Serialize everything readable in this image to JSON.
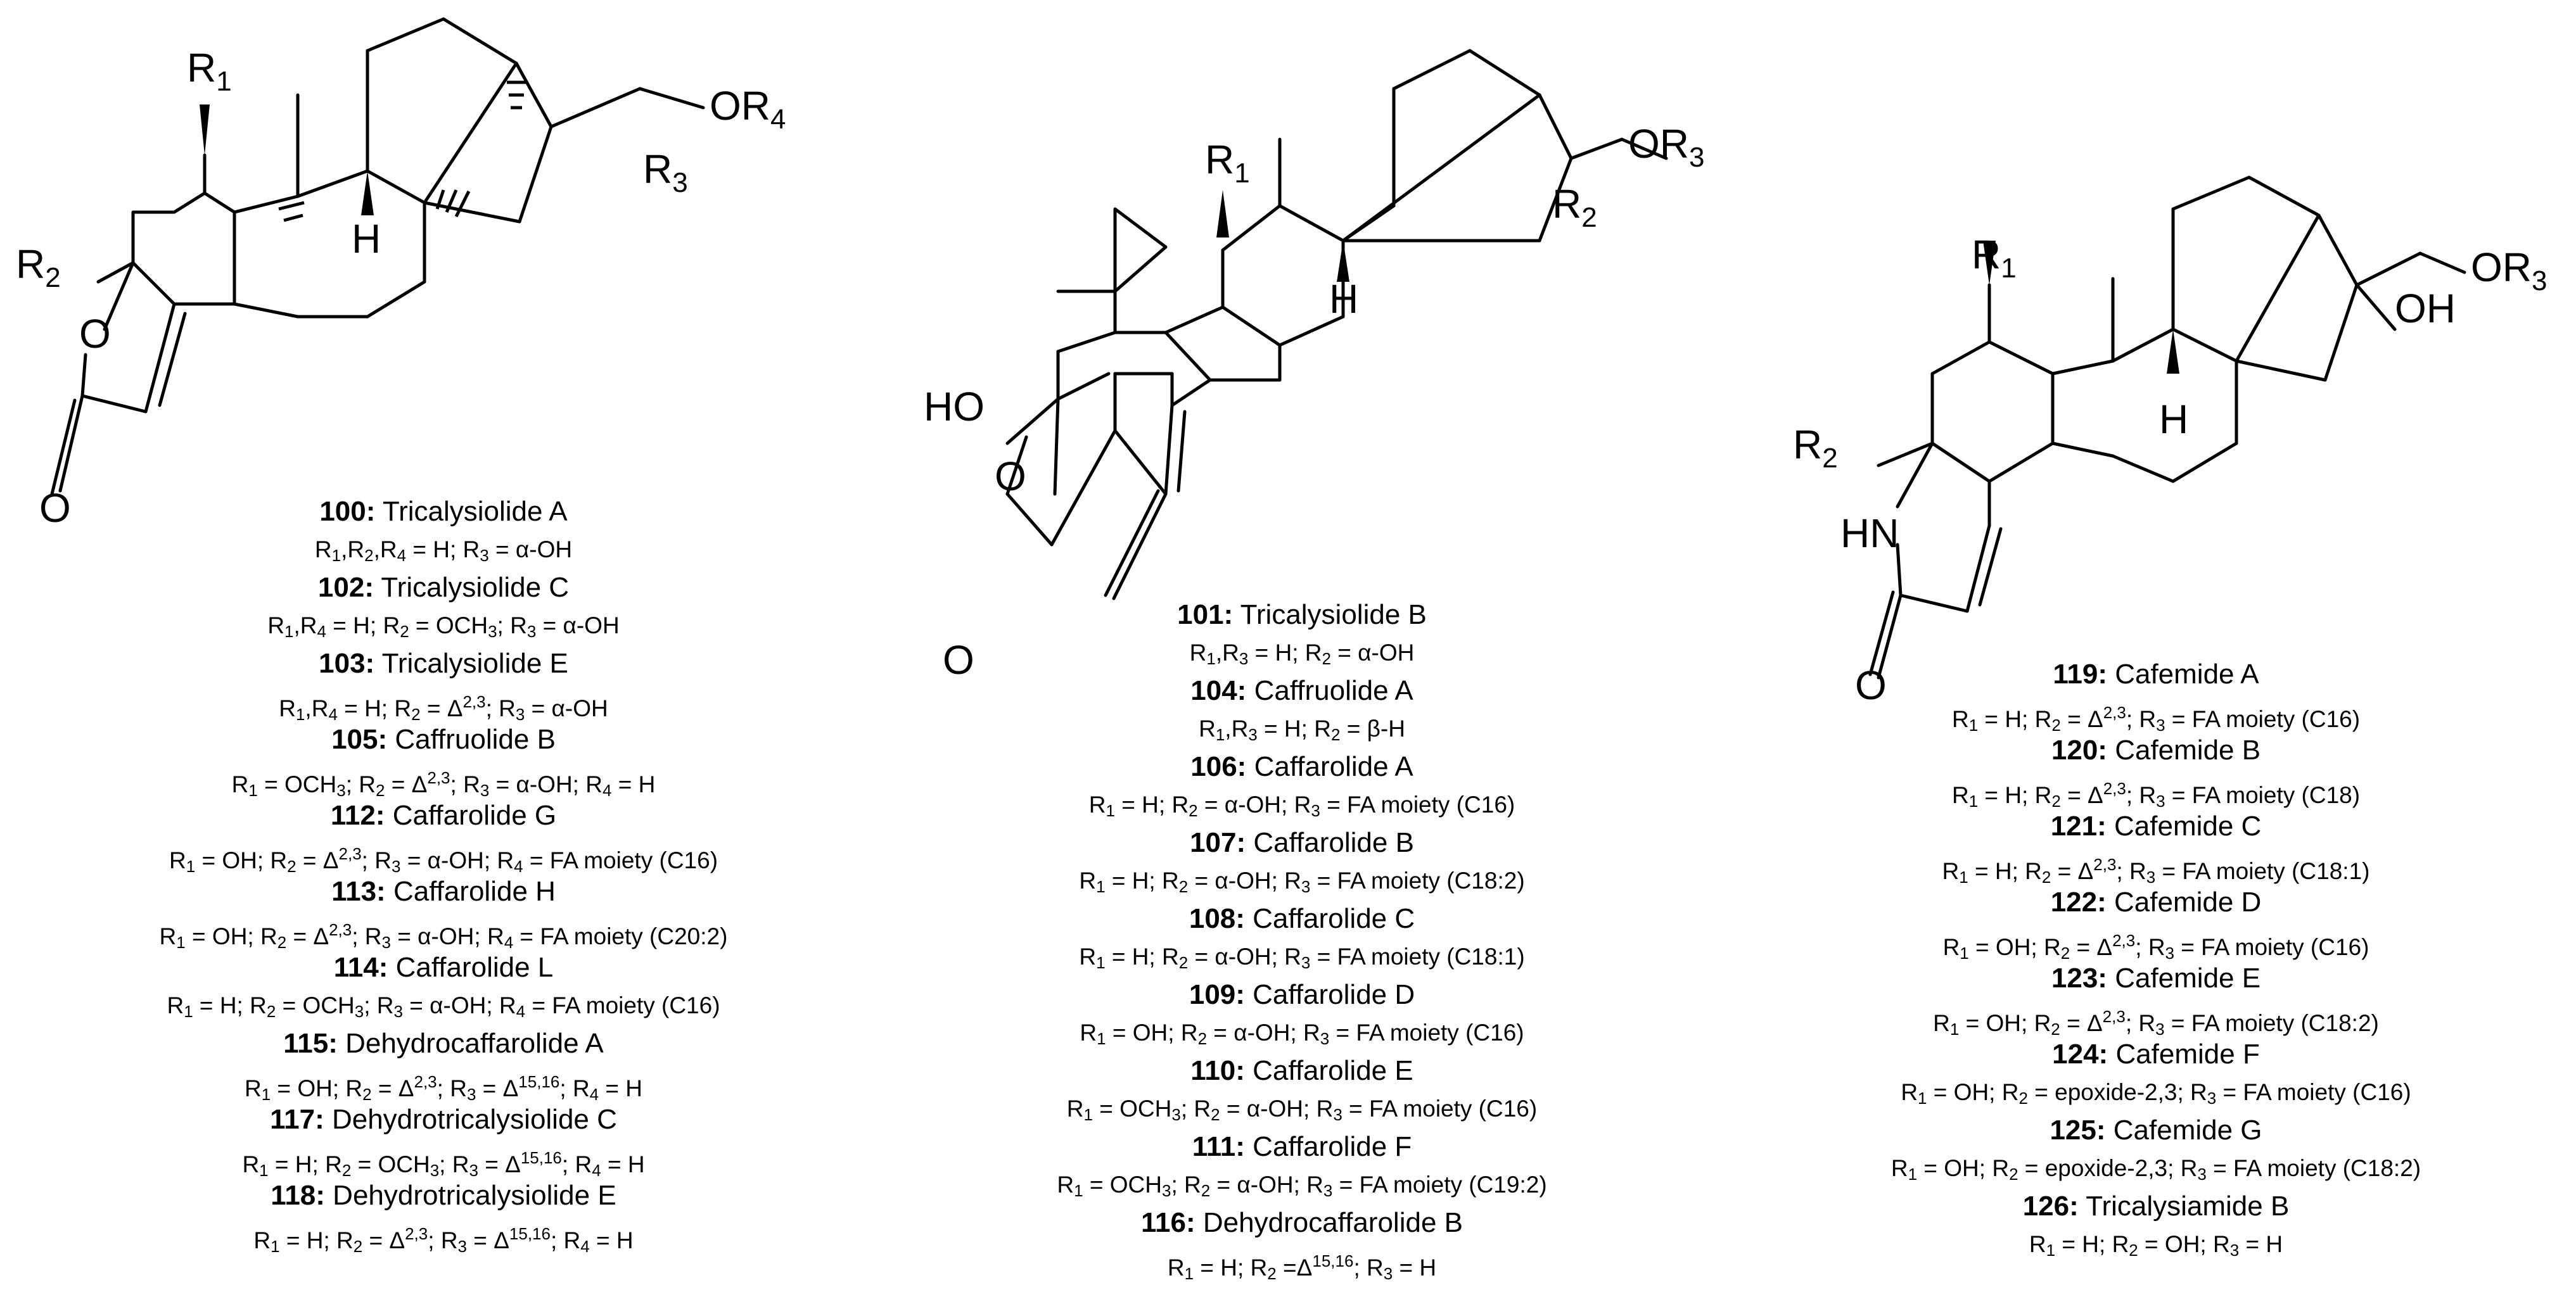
{
  "panels": [
    {
      "labels": {
        "r1": "R",
        "r1_sub": "1",
        "r2": "R",
        "r2_sub": "2",
        "r3": "R",
        "r3_sub": "3",
        "or4": "OR",
        "or4_sub": "4",
        "h": "H",
        "o_ring": "O",
        "o_carbonyl": "O"
      },
      "compounds": [
        {
          "num": "100:",
          "name": "Tricalysiolide A",
          "subs": "R1,R2,R4 = H; R3 = α-OH"
        },
        {
          "num": "102:",
          "name": "Tricalysiolide C",
          "subs": "R1,R4 = H; R2 = OCH3; R3 = α-OH"
        },
        {
          "num": "103:",
          "name": "Tricalysiolide E",
          "subs": "R1,R4 = H; R2 = Δ2,3; R3 = α-OH"
        },
        {
          "num": "105:",
          "name": "Caffruolide B",
          "subs": "R1 = OCH3; R2 = Δ2,3; R3 = α-OH; R4 = H"
        },
        {
          "num": "112:",
          "name": "Caffarolide G",
          "subs": "R1 = OH; R2 = Δ2,3; R3 = α-OH; R4 = FA moiety (C16)"
        },
        {
          "num": "113:",
          "name": "Caffarolide H",
          "subs": "R1 = OH; R2 = Δ2,3; R3 = α-OH; R4 = FA moiety (C20:2)"
        },
        {
          "num": "114:",
          "name": "Caffarolide L",
          "subs": "R1 = H; R2 = OCH3; R3 = α-OH; R4 = FA moiety (C16)"
        },
        {
          "num": "115:",
          "name": "Dehydrocaffarolide A",
          "subs": "R1 = OH; R2 = Δ2,3; R3 = Δ15,16; R4 = H"
        },
        {
          "num": "117:",
          "name": "Dehydrotricalysiolide C",
          "subs": "R1 = H; R2 = OCH3; R3 = Δ15,16; R4 = H"
        },
        {
          "num": "118:",
          "name": "Dehydrotricalysiolide E",
          "subs": "R1 = H; R2 = Δ2,3; R3 = Δ15,16; R4 = H"
        }
      ]
    },
    {
      "labels": {
        "r1": "R",
        "r1_sub": "1",
        "r2": "R",
        "r2_sub": "2",
        "or3": "OR",
        "or3_sub": "3",
        "h": "H",
        "ho": "HO",
        "o_ring": "O",
        "o_carbonyl": "O"
      },
      "compounds": [
        {
          "num": "101:",
          "name": "Tricalysiolide B",
          "subs": "R1,R3 = H; R2 = α-OH"
        },
        {
          "num": "104:",
          "name": "Caffruolide A",
          "subs": "R1,R3 = H; R2 = β-H"
        },
        {
          "num": "106:",
          "name": "Caffarolide A",
          "subs": "R1 = H; R2 = α-OH; R3 = FA moiety (C16)"
        },
        {
          "num": "107:",
          "name": "Caffarolide B",
          "subs": "R1 = H; R2 = α-OH; R3 = FA moiety (C18:2)"
        },
        {
          "num": "108:",
          "name": "Caffarolide C",
          "subs": "R1 = H; R2 = α-OH; R3 = FA moiety (C18:1)"
        },
        {
          "num": "109:",
          "name": "Caffarolide D",
          "subs": "R1 = OH; R2 = α-OH; R3 = FA moiety (C16)"
        },
        {
          "num": "110:",
          "name": "Caffarolide E",
          "subs": "R1 = OCH3; R2 = α-OH; R3 = FA moiety (C16)"
        },
        {
          "num": "111:",
          "name": "Caffarolide F",
          "subs": "R1 = OCH3; R2 = α-OH; R3 = FA moiety (C19:2)"
        },
        {
          "num": "116:",
          "name": "Dehydrocaffarolide B",
          "subs": "R1 = H; R2 =Δ15,16; R3 = H"
        }
      ]
    },
    {
      "labels": {
        "r1": "R",
        "r1_sub": "1",
        "r2": "R",
        "r2_sub": "2",
        "or3": "OR",
        "or3_sub": "3",
        "oh": "OH",
        "h": "H",
        "hn": "HN",
        "o_carbonyl": "O"
      },
      "compounds": [
        {
          "num": "119:",
          "name": "Cafemide A",
          "subs": "R1 = H; R2 = Δ2,3; R3 = FA moiety (C16)"
        },
        {
          "num": "120:",
          "name": "Cafemide B",
          "subs": "R1 = H; R2 = Δ2,3; R3 = FA moiety (C18)"
        },
        {
          "num": "121:",
          "name": "Cafemide C",
          "subs": "R1 = H; R2 = Δ2,3; R3 = FA moiety (C18:1)"
        },
        {
          "num": "122:",
          "name": "Cafemide D",
          "subs": "R1 = OH; R2 = Δ2,3; R3 = FA moiety (C16)"
        },
        {
          "num": "123:",
          "name": "Cafemide E",
          "subs": "R1 = OH; R2 = Δ2,3; R3 = FA moiety (C18:2)"
        },
        {
          "num": "124:",
          "name": "Cafemide F",
          "subs": "R1 = OH; R2 = epoxide-2,3; R3 = FA moiety (C16)"
        },
        {
          "num": "125:",
          "name": "Cafemide G",
          "subs": "R1 = OH; R2 = epoxide-2,3; R3 = FA moiety (C18:2)"
        },
        {
          "num": "126:",
          "name": "Tricalysiamide B",
          "subs": "R1 = H; R2 = OH; R3 = H"
        }
      ]
    }
  ]
}
